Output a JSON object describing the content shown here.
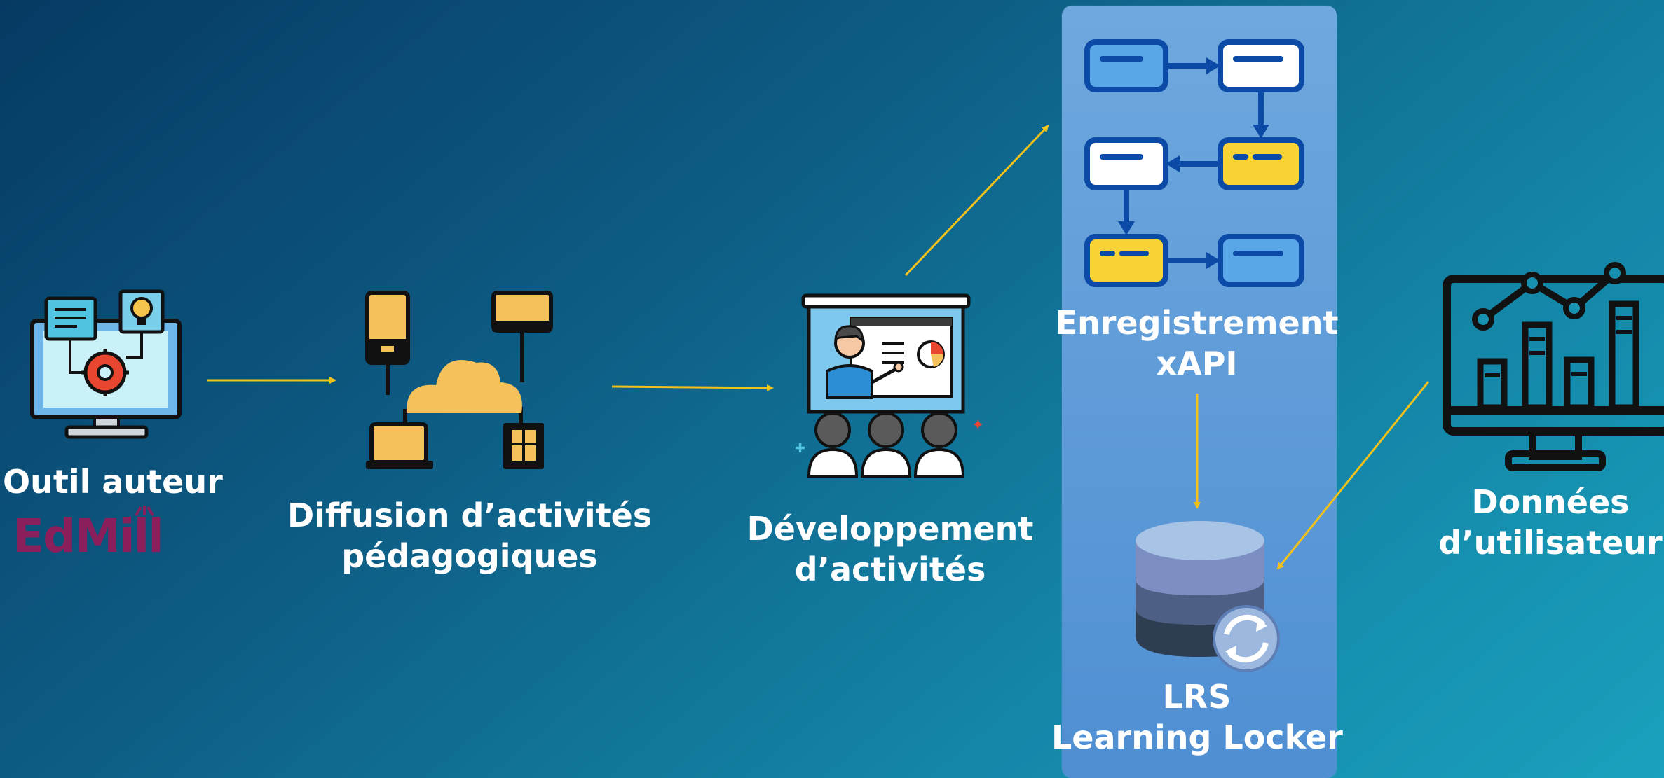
{
  "nodes": {
    "author_tool": {
      "label": "Outil auteur",
      "brand": "EdMill"
    },
    "diffusion": {
      "label_line1": "Diffusion d’activités",
      "label_line2": "pédagogiques"
    },
    "development": {
      "label_line1": "Développement",
      "label_line2": "d’activités"
    },
    "xapi": {
      "label_line1": "Enregistrement",
      "label_line2": "xAPI"
    },
    "lrs": {
      "label_line1": "LRS",
      "label_line2": "Learning Locker"
    },
    "user_data": {
      "label_line1": "Données",
      "label_line2": "d’utilisateur"
    }
  },
  "colors": {
    "arrow": "#f2c21b",
    "panel": "#5b9ad8",
    "brand": "#8a1f5c",
    "icon_yellow": "#f4c15b",
    "icon_dark": "#111111"
  },
  "icons": {
    "author_tool": "monitor-gear-bulb-icon",
    "diffusion": "cloud-devices-network-icon",
    "development": "presentation-audience-icon",
    "xapi": "flowchart-steps-icon",
    "lrs": "database-sync-icon",
    "user_data": "monitor-chart-icon"
  }
}
